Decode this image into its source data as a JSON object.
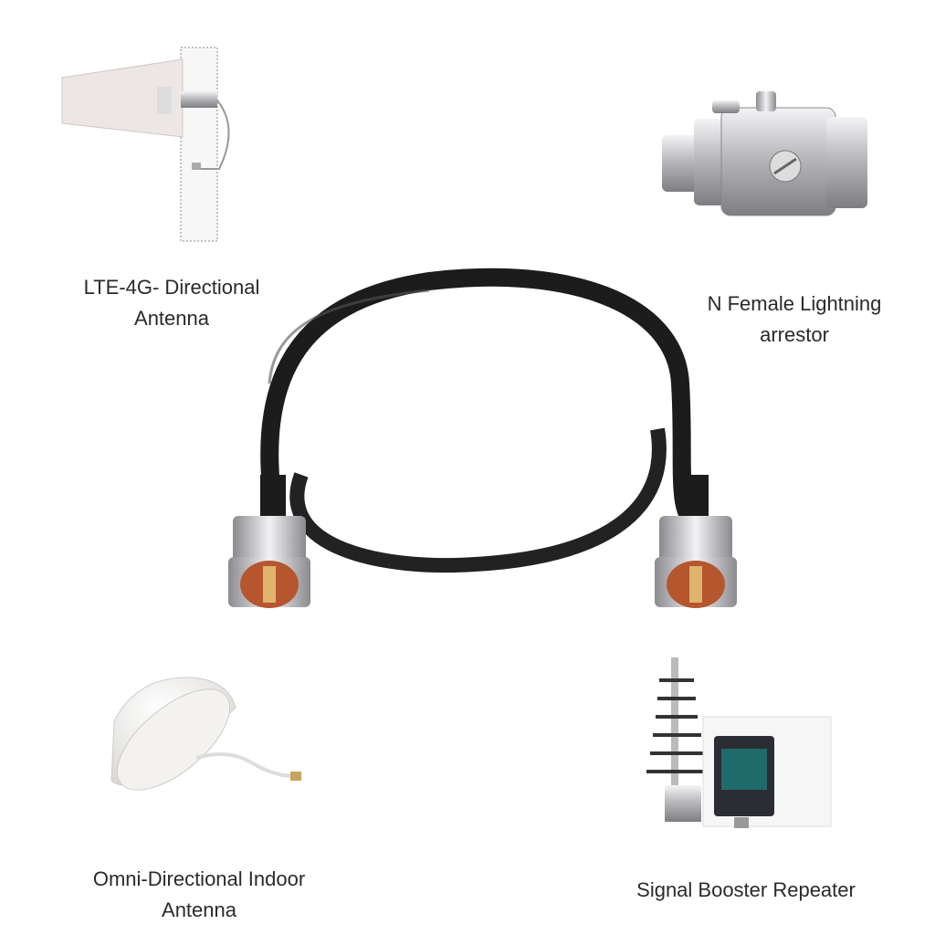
{
  "products": [
    {
      "id": "directional-antenna",
      "label_lines": [
        "LTE-4G- Directional",
        "Antenna"
      ]
    },
    {
      "id": "lightning-arrestor",
      "label_lines": [
        "N Female Lightning",
        "arrestor"
      ]
    },
    {
      "id": "omni-antenna",
      "label_lines": [
        "Omni-Directional Indoor",
        "Antenna"
      ]
    },
    {
      "id": "signal-booster",
      "label_lines": [
        "Signal Booster Repeater"
      ]
    }
  ],
  "colors": {
    "cable": "#1c1c1c",
    "connector": "#c9c9cb",
    "pin_copper": "#b5562e",
    "antenna": "#ece6e4"
  }
}
